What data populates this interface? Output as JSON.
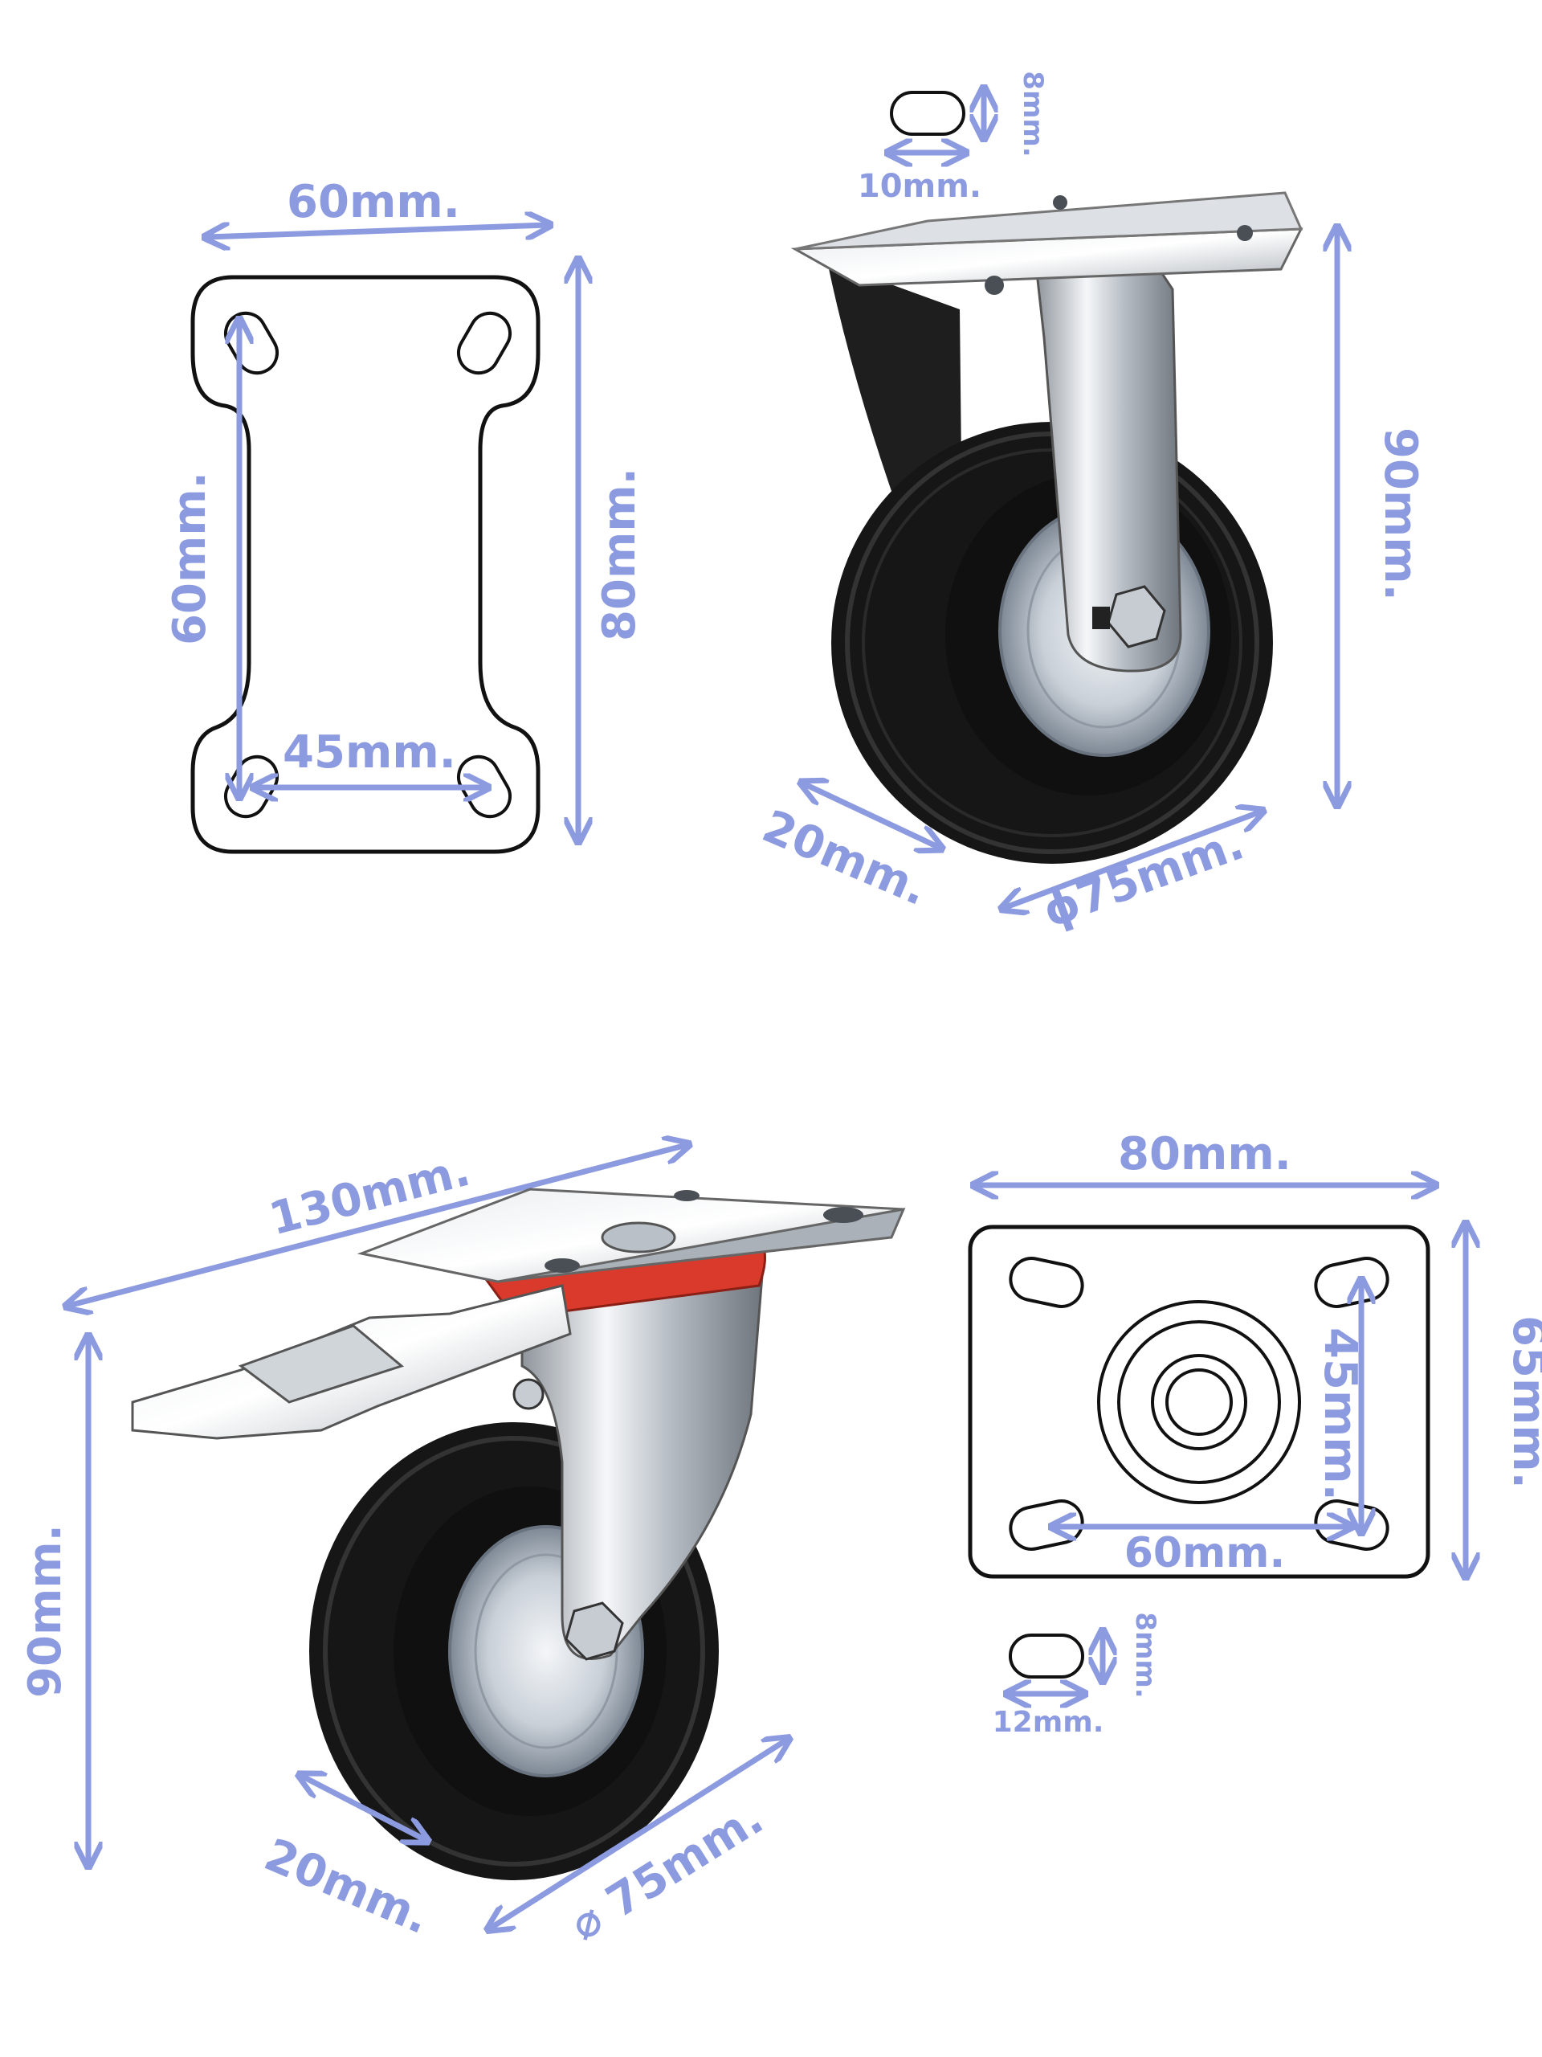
{
  "colors": {
    "dimension": "#8c9ae0",
    "outline": "#111111",
    "tire": "#161616",
    "chrome": "#c8ccd2",
    "red_washer": "#d93a2b"
  },
  "icons": [
    "plate-outline-icon",
    "fixed-caster-icon",
    "swivel-caster-with-brake-icon",
    "slot-hole-icon"
  ],
  "fixed_plate_drawing": {
    "width": "60mm.",
    "height": "80mm.",
    "hole_vertical": "60mm.",
    "hole_horizontal": "45mm."
  },
  "fixed_caster": {
    "slot_width": "10mm.",
    "slot_height": "8mm.",
    "height": "90mm.",
    "wheel_width": "20mm.",
    "wheel_diameter": "ϕ75mm."
  },
  "swivel_caster": {
    "length": "130mm.",
    "height": "90mm.",
    "wheel_width": "20mm.",
    "wheel_diameter": "⌀ 75mm."
  },
  "swivel_plate_drawing": {
    "width": "80mm.",
    "height": "65mm.",
    "hole_vertical": "45mm.",
    "hole_horizontal": "60mm.",
    "slot_width": "12mm.",
    "slot_height": "8mm."
  }
}
